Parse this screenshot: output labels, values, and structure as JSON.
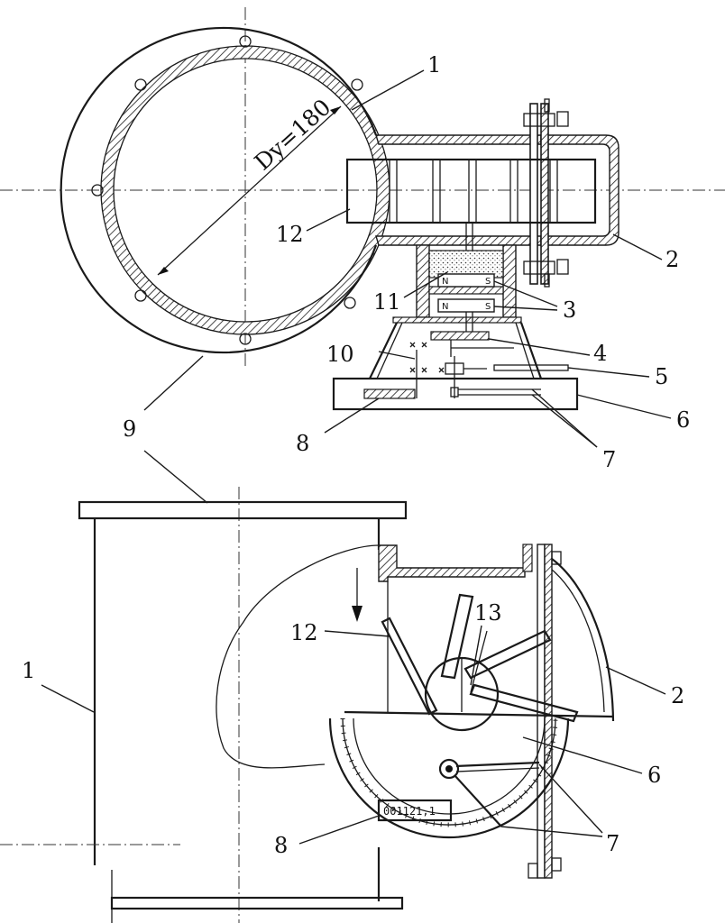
{
  "dimension": "Dy=180",
  "magnet_poles": {
    "north": "N",
    "south": "S"
  },
  "counter_reading": "001121,1",
  "labels": {
    "top": [
      "1",
      "2",
      "3",
      "4",
      "5",
      "6",
      "7",
      "8",
      "9",
      "10",
      "11",
      "12"
    ],
    "bottom": [
      "1",
      "2",
      "6",
      "7",
      "8",
      "12",
      "13"
    ]
  }
}
